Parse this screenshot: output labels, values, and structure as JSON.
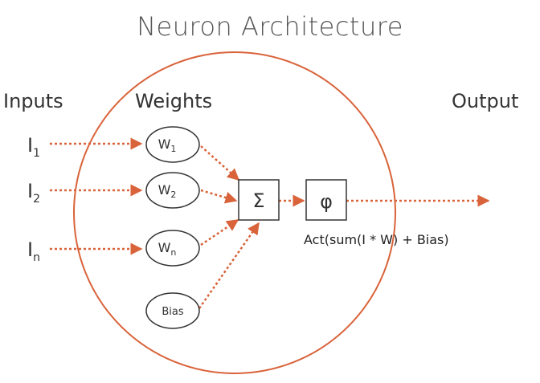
{
  "title": "Neuron Architecture",
  "headings": {
    "inputs": "Inputs",
    "weights": "Weights",
    "output": "Output"
  },
  "inputs": [
    {
      "base": "I",
      "sub": "1"
    },
    {
      "base": "I",
      "sub": "2"
    },
    {
      "base": "I",
      "sub": "n"
    }
  ],
  "weights": [
    {
      "base": "W",
      "sub": "1"
    },
    {
      "base": "W",
      "sub": "2"
    },
    {
      "base": "W",
      "sub": "n"
    }
  ],
  "bias": "Bias",
  "sum_symbol": "Σ",
  "activation_symbol": "φ",
  "activation_formula": "Act(sum(I * W) + Bias)",
  "colors": {
    "accent": "#d9633a",
    "text": "#333333",
    "title": "#555555",
    "stroke": "#333333"
  }
}
